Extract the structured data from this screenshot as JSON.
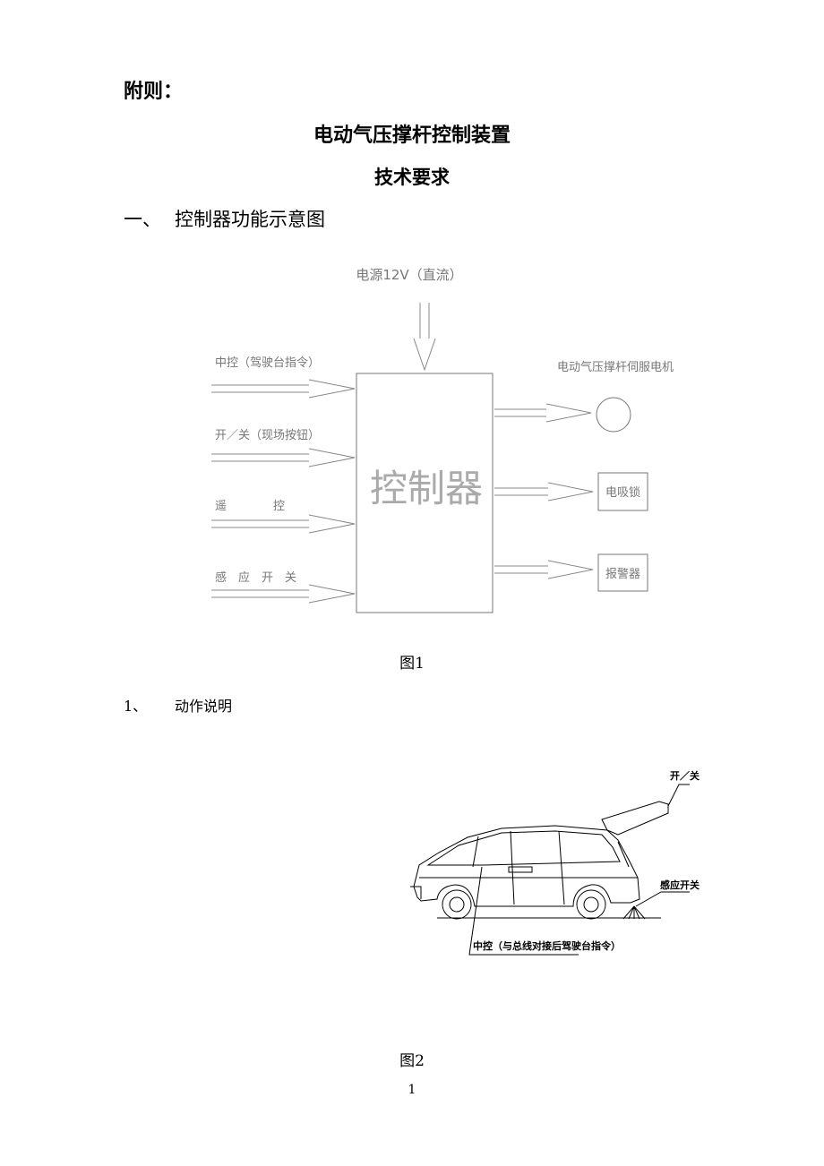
{
  "appendix_label": "附则：",
  "title": "电动气压撑杆控制装置",
  "subtitle": "技术要求",
  "section1": {
    "number": "一、",
    "title": "控制器功能示意图"
  },
  "figure1": {
    "power_label": "电源12V（直流）",
    "controller_label": "控制器",
    "inputs": [
      "中控（驾驶台指令）",
      "开／关（现场按钮）",
      "遥　　　　控",
      "感　应　开　关"
    ],
    "outputs": {
      "motor": "电动气压撑杆伺服电机",
      "lock": "电吸锁",
      "alarm": "报警器"
    },
    "caption": "图1"
  },
  "item1": {
    "number": "1、",
    "title": "动作说明"
  },
  "figure2": {
    "switch_label": "开／关",
    "sensor_label": "感应开关",
    "central_label": "中控（与总线对接后驾驶台指令）",
    "caption": "图2"
  },
  "page_number": "1"
}
